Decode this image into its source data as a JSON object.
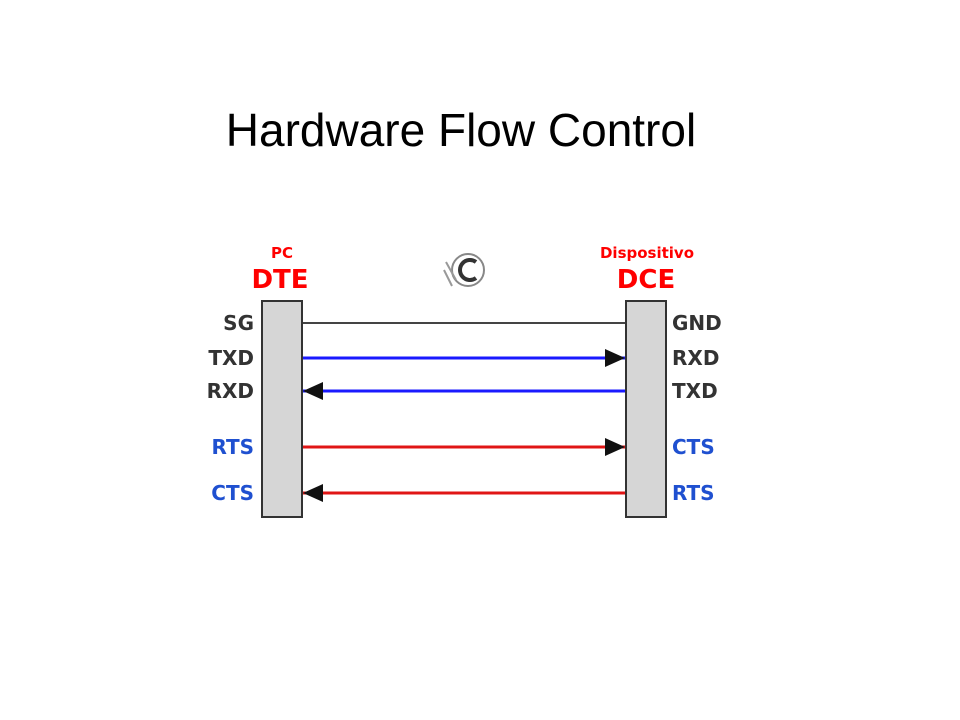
{
  "slide": {
    "title": "Hardware Flow Control"
  },
  "diagram": {
    "dte": {
      "sub_label": "PC",
      "label": "DTE"
    },
    "dce": {
      "sub_label": "Dispositivo",
      "label": "DCE"
    },
    "colors": {
      "device_label": "#ff0000",
      "ground_line": "#444444",
      "data_line": "#1a1aff",
      "control_line": "#e01515",
      "control_text": "#1f50d0",
      "pin_text": "#333333",
      "connector_fill": "#d6d6d6"
    },
    "signals": [
      {
        "left": "SG",
        "right": "GND",
        "direction": "none",
        "type": "ground"
      },
      {
        "left": "TXD",
        "right": "RXD",
        "direction": "right",
        "type": "data"
      },
      {
        "left": "RXD",
        "right": "TXD",
        "direction": "left",
        "type": "data"
      },
      {
        "left": "RTS",
        "right": "CTS",
        "direction": "right",
        "type": "control"
      },
      {
        "left": "CTS",
        "right": "RTS",
        "direction": "left",
        "type": "control"
      }
    ]
  }
}
